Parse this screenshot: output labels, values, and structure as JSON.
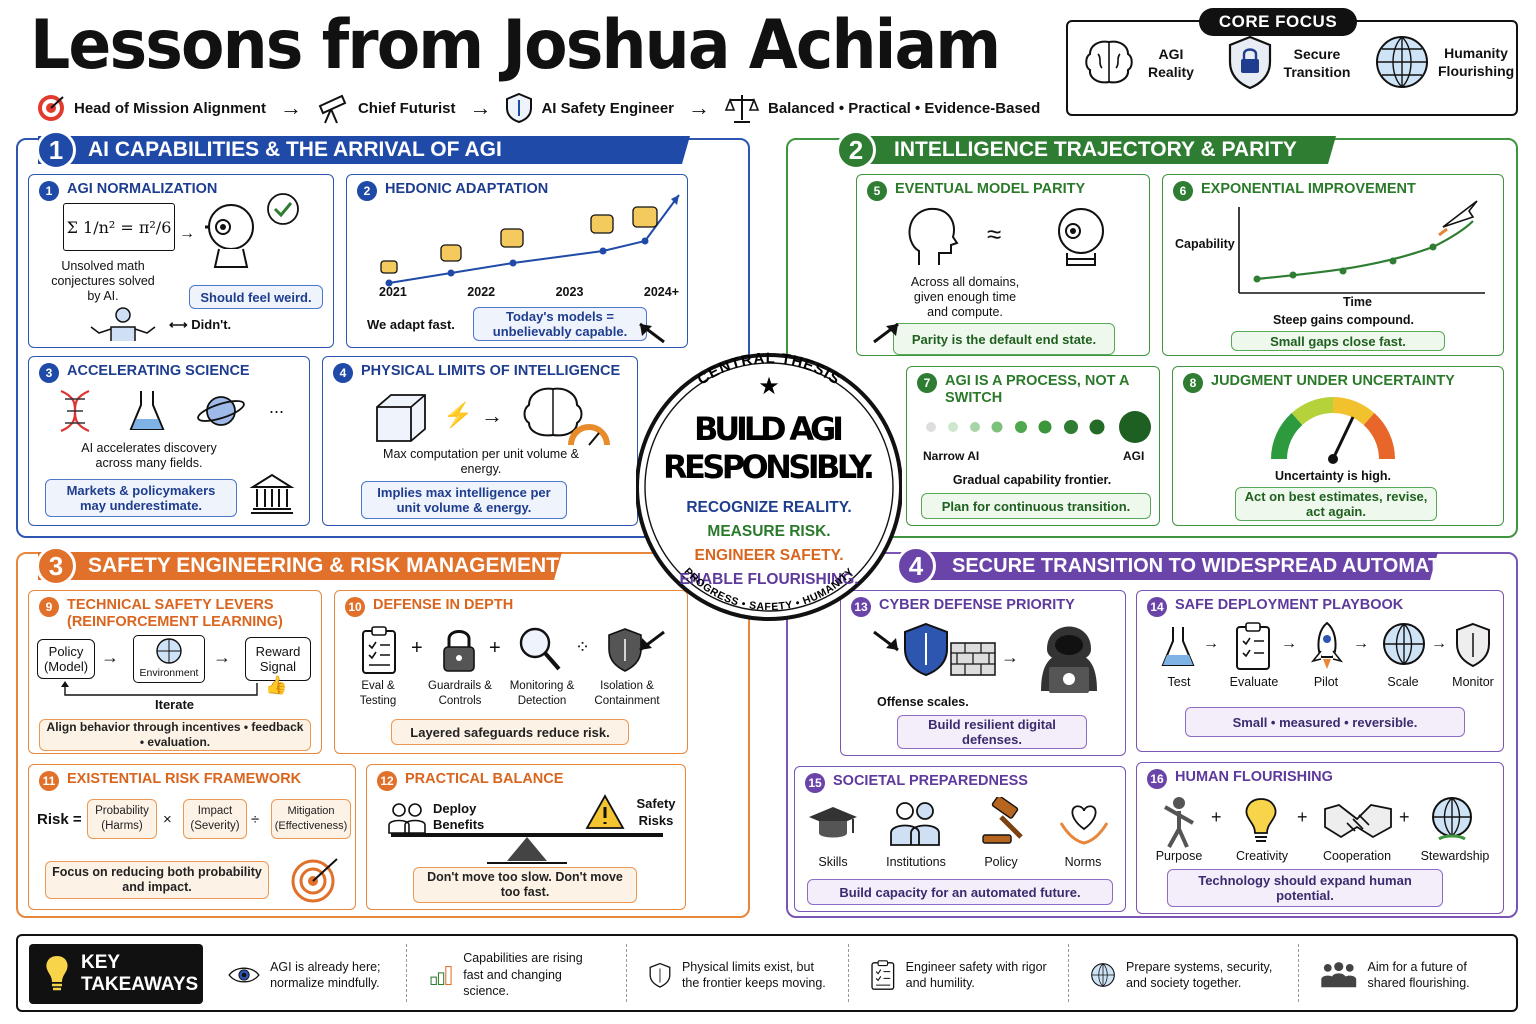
{
  "title": "Lessons from Joshua Achiam",
  "roles": [
    "Head of Mission Alignment",
    "Chief Futurist",
    "AI Safety Engineer",
    "Balanced • Practical • Evidence-Based"
  ],
  "core_focus": {
    "title": "CORE FOCUS",
    "items": [
      "AGI Reality",
      "Secure Transition",
      "Humanity Flourishing"
    ]
  },
  "thesis": {
    "top_label": "CENTRAL THESIS",
    "headline_1": "BUILD AGI",
    "headline_2": "RESPONSIBLY.",
    "lines": [
      "RECOGNIZE REALITY.",
      "MEASURE RISK.",
      "ENGINEER SAFETY.",
      "ENABLE FLOURISHING."
    ],
    "bottom_label": "PROGRESS • SAFETY • HUMANITY",
    "colors": {
      "line1": "#1f3d8f",
      "line2": "#2b7a2b",
      "line3": "#d9651e",
      "line4": "#5d3a9b"
    }
  },
  "s1": {
    "num": "1",
    "title": "AI CAPABILITIES & THE ARRIVAL OF AGI",
    "c1": {
      "num": "1",
      "title": "AGI NORMALIZATION",
      "math": "Σ 1/n² = π²/6",
      "text": "Unsolved math conjectures solved by AI.",
      "pill": "Should feel weird.",
      "didnt": "Didn't."
    },
    "c2": {
      "num": "2",
      "title": "HEDONIC ADAPTATION",
      "years": [
        "2021",
        "2022",
        "2023",
        "2024+"
      ],
      "text": "We adapt fast.",
      "pill": "Today's models = unbelievably capable."
    },
    "c3": {
      "num": "3",
      "title": "ACCELERATING SCIENCE",
      "text": "AI accelerates discovery across many fields.",
      "pill": "Markets & policymakers may underestimate.",
      "dots": "..."
    },
    "c4": {
      "num": "4",
      "title": "PHYSICAL LIMITS OF INTELLIGENCE",
      "text": "Max computation per unit volume & energy.",
      "pill": "Implies max intelligence per unit volume & energy."
    }
  },
  "s2": {
    "num": "2",
    "title": "INTELLIGENCE TRAJECTORY & PARITY",
    "c5": {
      "num": "5",
      "title": "EVENTUAL MODEL PARITY",
      "text": "Across all domains, given enough time and compute.",
      "pill": "Parity is the default end state."
    },
    "c6": {
      "num": "6",
      "title": "EXPONENTIAL IMPROVEMENT",
      "ylabel": "Capability",
      "xlabel": "Time",
      "text": "Steep gains compound.",
      "pill": "Small gaps close fast."
    },
    "c7": {
      "num": "7",
      "title": "AGI IS A PROCESS, NOT A SWITCH",
      "left": "Narrow AI",
      "right": "AGI",
      "text": "Gradual capability frontier.",
      "pill": "Plan for continuous transition."
    },
    "c8": {
      "num": "8",
      "title": "JUDGMENT UNDER UNCERTAINTY",
      "text": "Uncertainty is high.",
      "pill": "Act on best estimates, revise, act again."
    }
  },
  "s3": {
    "num": "3",
    "title": "SAFETY ENGINEERING & RISK MANAGEMENT",
    "c9": {
      "num": "9",
      "title": "TECHNICAL SAFETY LEVERS (REINFORCEMENT LEARNING)",
      "policy": "Policy (Model)",
      "env": "Environment",
      "reward": "Reward Signal",
      "iterate": "Iterate",
      "pill": "Align behavior through incentives • feedback • evaluation."
    },
    "c10": {
      "num": "10",
      "title": "DEFENSE IN DEPTH",
      "items": [
        "Eval & Testing",
        "Guardrails & Controls",
        "Monitoring & Detection",
        "Isolation & Containment"
      ],
      "pill": "Layered safeguards reduce risk."
    },
    "c11": {
      "num": "11",
      "title": "EXISTENTIAL RISK FRAMEWORK",
      "risk": "Risk =",
      "prob": "Probability (Harms)",
      "impact": "Impact (Severity)",
      "mitig": "Mitigation (Effectiveness)",
      "pill": "Focus on reducing both probability and impact."
    },
    "c12": {
      "num": "12",
      "title": "PRACTICAL BALANCE",
      "deploy": "Deploy Benefits",
      "safety": "Safety Risks",
      "pill": "Don't move too slow. Don't move too fast."
    }
  },
  "s4": {
    "num": "4",
    "title": "SECURE TRANSITION TO WIDESPREAD AUTOMATION",
    "c13": {
      "num": "13",
      "title": "CYBER DEFENSE PRIORITY",
      "text": "Offense scales.",
      "pill": "Build resilient digital defenses."
    },
    "c14": {
      "num": "14",
      "title": "SAFE DEPLOYMENT PLAYBOOK",
      "steps": [
        "Test",
        "Evaluate",
        "Pilot",
        "Scale",
        "Monitor"
      ],
      "pill": "Small • measured • reversible."
    },
    "c15": {
      "num": "15",
      "title": "SOCIETAL PREPAREDNESS",
      "items": [
        "Skills",
        "Institutions",
        "Policy",
        "Norms"
      ],
      "pill": "Build capacity for an automated future."
    },
    "c16": {
      "num": "16",
      "title": "HUMAN FLOURISHING",
      "items": [
        "Purpose",
        "Creativity",
        "Cooperation",
        "Stewardship"
      ],
      "pill": "Technology should expand human potential."
    }
  },
  "takeaways": {
    "label_1": "KEY",
    "label_2": "TAKEAWAYS",
    "items": [
      "AGI is already here; normalize mindfully.",
      "Capabilities are rising fast and changing science.",
      "Physical limits exist, but the frontier keeps moving.",
      "Engineer safety with rigor and humility.",
      "Prepare systems, security, and society together.",
      "Aim for a future of shared flourishing."
    ]
  },
  "colors": {
    "blue": "#1f4aa8",
    "green": "#2e7d32",
    "orange": "#e0702a",
    "purple": "#6a44a8"
  },
  "progress": {
    "c2_trend_points": 5,
    "c7_levels": 9,
    "c8_gauge_fraction": 0.6
  }
}
